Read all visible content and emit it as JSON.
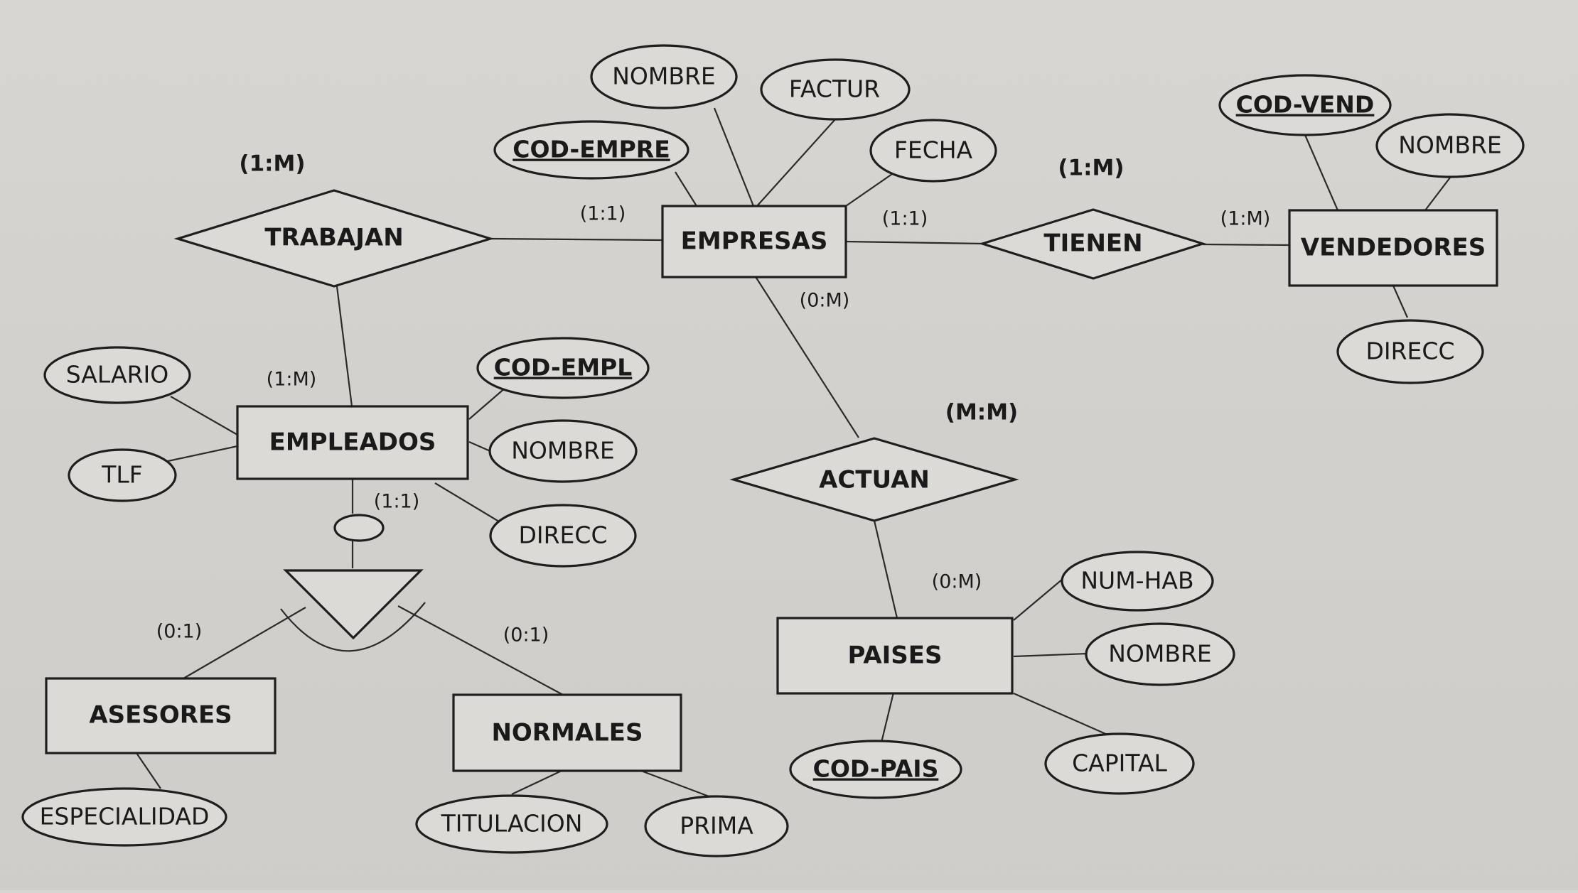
{
  "entities": {
    "empresas": "EMPRESAS",
    "vendedores": "VENDEDORES",
    "empleados": "EMPLEADOS",
    "paises": "PAISES",
    "asesores": "ASESORES",
    "normales": "NORMALES"
  },
  "relationships": {
    "trabajan": "TRABAJAN",
    "tienen": "TIENEN",
    "actuan": "ACTUAN"
  },
  "attributes": {
    "empresas_nombre": "NOMBRE",
    "empresas_factur": "FACTUR",
    "empresas_cod": "COD-EMPRE",
    "empresas_fecha": "FECHA",
    "vendedores_cod": "COD-VEND",
    "vendedores_nombre": "NOMBRE",
    "vendedores_direcc": "DIRECC",
    "empleados_salario": "SALARIO",
    "empleados_tlf": "TLF",
    "empleados_cod": "COD-EMPL",
    "empleados_nombre": "NOMBRE",
    "empleados_direcc": "DIRECC",
    "paises_numhab": "NUM-HAB",
    "paises_nombre": "NOMBRE",
    "paises_cod": "COD-PAIS",
    "paises_capital": "CAPITAL",
    "asesores_especialidad": "ESPECIALIDAD",
    "normales_titulacion": "TITULACION",
    "normales_prima": "PRIMA"
  },
  "cardinalities": {
    "trabajan_type": "(1:M)",
    "trabajan_empresas": "(1:1)",
    "trabajan_empleados": "(1:M)",
    "tienen_type": "(1:M)",
    "tienen_empresas": "(1:1)",
    "tienen_vendedores": "(1:M)",
    "actuan_type": "(M:M)",
    "actuan_empresas": "(0:M)",
    "actuan_paises": "(0:M)",
    "hierarchy_parent": "(1:1)",
    "hierarchy_asesores": "(0:1)",
    "hierarchy_normales": "(0:1)"
  }
}
